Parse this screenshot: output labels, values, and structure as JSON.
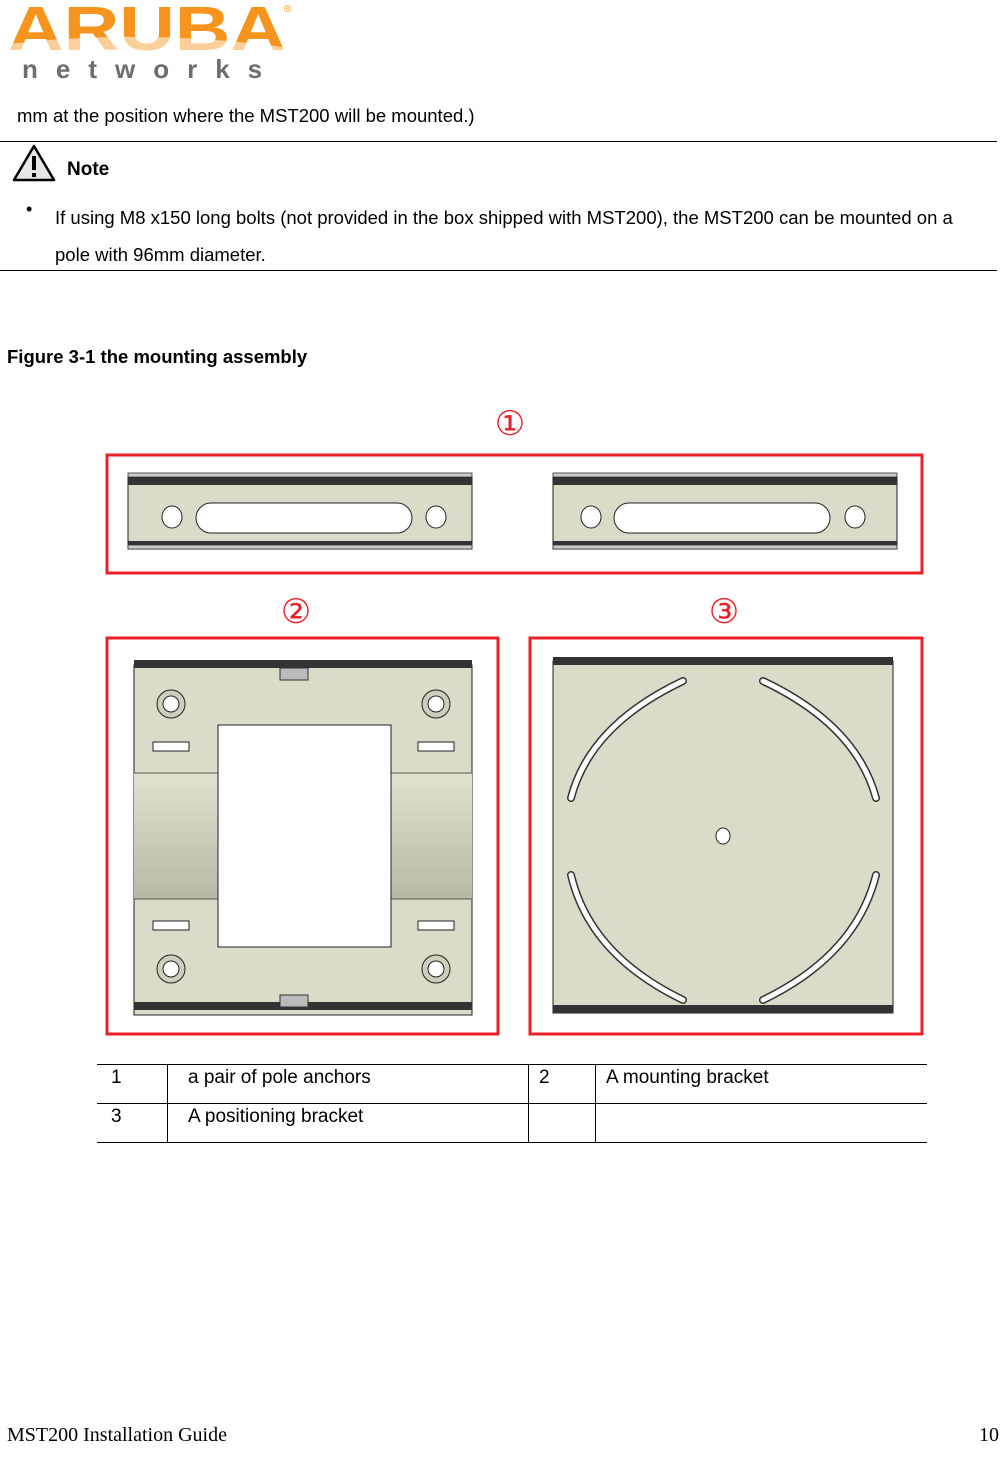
{
  "header": {
    "logo": {
      "brand": "ARUBA",
      "sub": "networks",
      "registered": "®",
      "brand_color": "#F7941D",
      "sub_color": "#6D6E71"
    }
  },
  "intro_text": "mm at the position where the MST200 will be mounted.)",
  "note": {
    "icon": "warning-triangle-icon",
    "label": "Note",
    "bullet": "•",
    "text": "If using M8 x150 long bolts (not provided in the box shipped with MST200), the MST200 can be mounted on a pole with 96mm diameter."
  },
  "figure": {
    "title": "Figure 3-1 the mounting assembly",
    "callouts": [
      "①",
      "②",
      "③"
    ],
    "frame_color": "#E8202A",
    "part_color": "#DCDAC8"
  },
  "legend_table": {
    "rows": [
      {
        "num1": "1",
        "desc1": "a pair of pole anchors",
        "num2": "2",
        "desc2": "A mounting bracket"
      },
      {
        "num1": "3",
        "desc1": "A positioning bracket",
        "num2": "",
        "desc2": ""
      }
    ]
  },
  "footer": {
    "doc_title": "MST200 Installation Guide",
    "page_number": "10"
  }
}
